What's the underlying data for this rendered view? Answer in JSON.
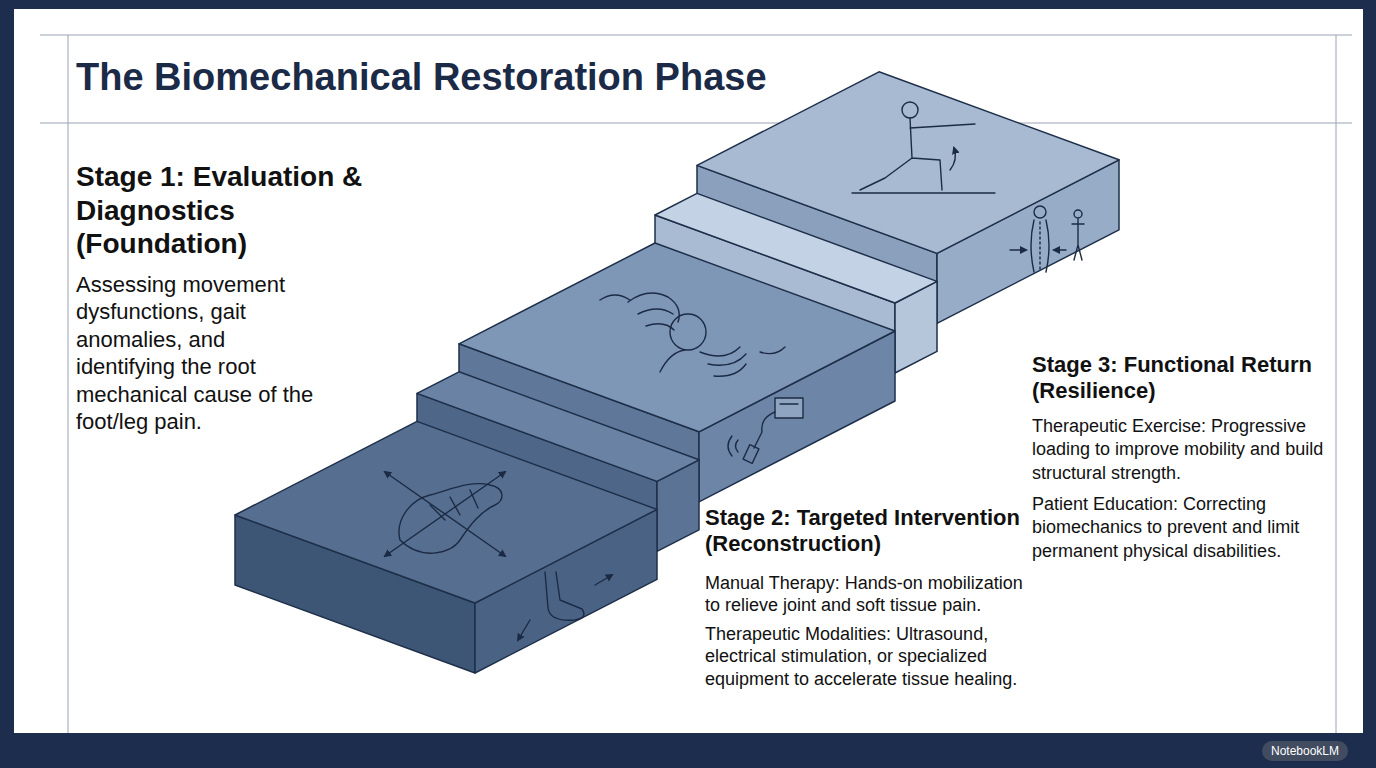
{
  "diagram": {
    "title": "The Biomechanical Restoration Phase",
    "nodes": [
      {
        "text": [
          "Stage 1: Evaluation & Diagnostics (Foundation)",
          "Assessing movement dysfunctions, gait anomalies, and identifying the root mechanical cause of the foot/leg pain."
        ]
      },
      {
        "text": [
          "Stage 2: Targeted Intervention (Reconstruction)",
          "Manual Therapy: Hands-on mobilization to relieve joint and soft tissue pain.",
          "Therapeutic Modalities: Ultrasound, electrical stimulation, or specialized equipment to accelerate tissue healing."
        ]
      },
      {
        "text": [
          "Stage 3: Functional Return (Resilience)",
          "Therapeutic Exercise: Progressive loading to improve mobility and build structural strength.",
          "Patient Education: Correcting biomechanics to prevent and limit permanent physical disabilities."
        ]
      }
    ],
    "labels": [
      "NotebookLM"
    ]
  }
}
